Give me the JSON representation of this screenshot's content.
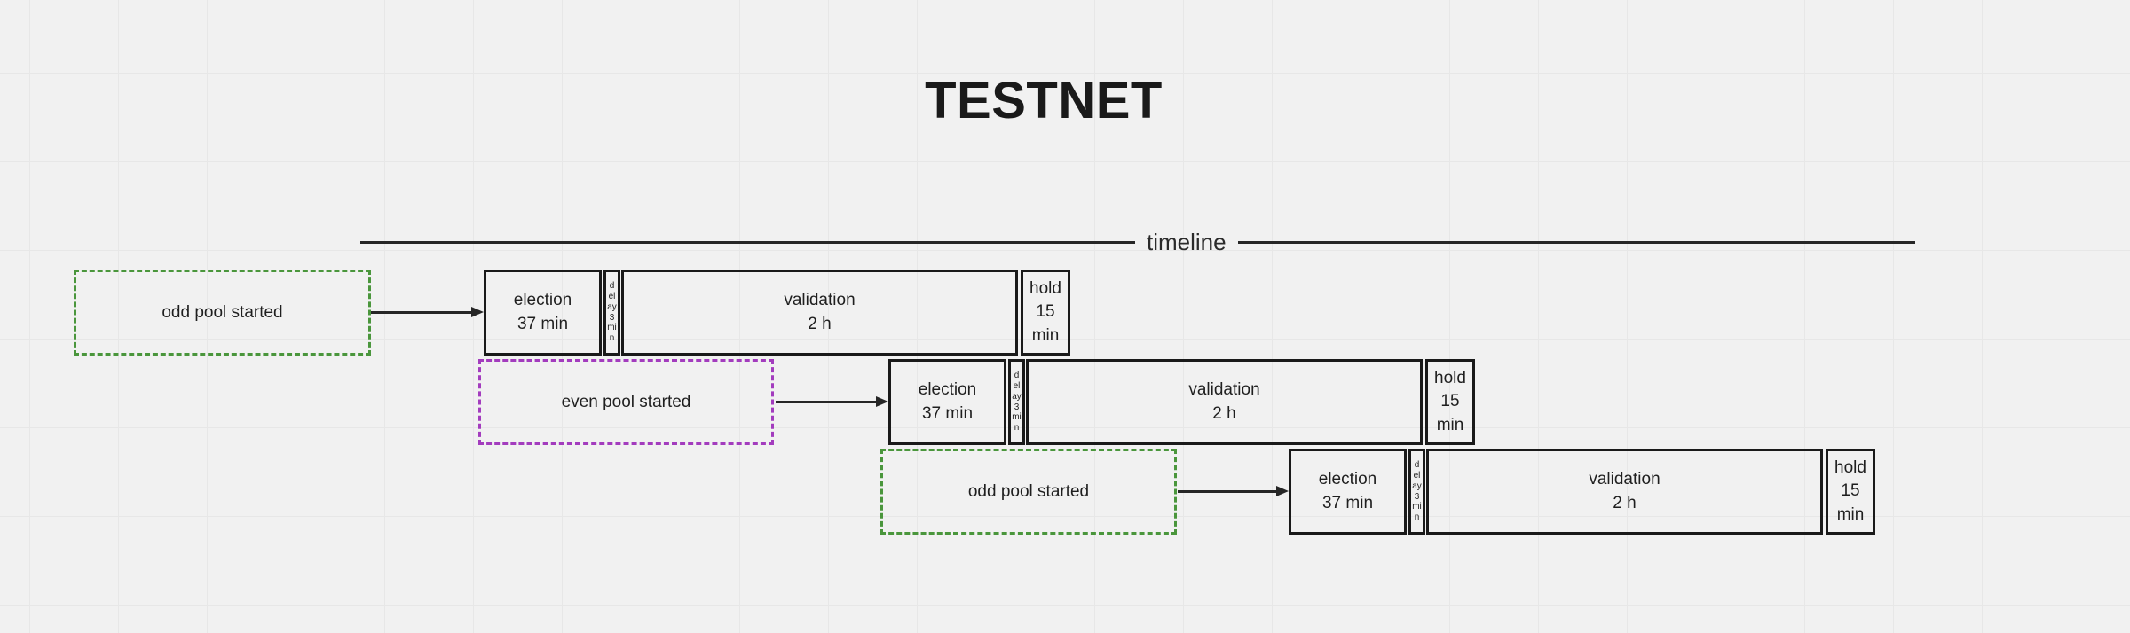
{
  "title": "TESTNET",
  "timeline_label": "timeline",
  "colors": {
    "background": "#f1f1f1",
    "grid_line": "#e7e7e7",
    "box_border": "#1a1a1a",
    "text": "#1f1f1f",
    "odd_pool_border": "#4a963c",
    "even_pool_border": "#a33cbe",
    "timeline_line": "#262626"
  },
  "rows": [
    {
      "pool": {
        "label": "odd pool started",
        "type": "odd"
      },
      "phases": {
        "election": {
          "label": "election",
          "duration": "37 min"
        },
        "delay": {
          "label": "delay 3 min"
        },
        "validation": {
          "label": "validation",
          "duration": "2 h"
        },
        "hold": {
          "label": "hold",
          "duration": "15 min"
        }
      }
    },
    {
      "pool": {
        "label": "even pool started",
        "type": "even"
      },
      "phases": {
        "election": {
          "label": "election",
          "duration": "37 min"
        },
        "delay": {
          "label": "delay 3 min"
        },
        "validation": {
          "label": "validation",
          "duration": "2 h"
        },
        "hold": {
          "label": "hold",
          "duration": "15 min"
        }
      }
    },
    {
      "pool": {
        "label": "odd pool started",
        "type": "odd"
      },
      "phases": {
        "election": {
          "label": "election",
          "duration": "37 min"
        },
        "delay": {
          "label": "delay 3 min"
        },
        "validation": {
          "label": "validation",
          "duration": "2 h"
        },
        "hold": {
          "label": "hold",
          "duration": "15 min"
        }
      }
    }
  ]
}
